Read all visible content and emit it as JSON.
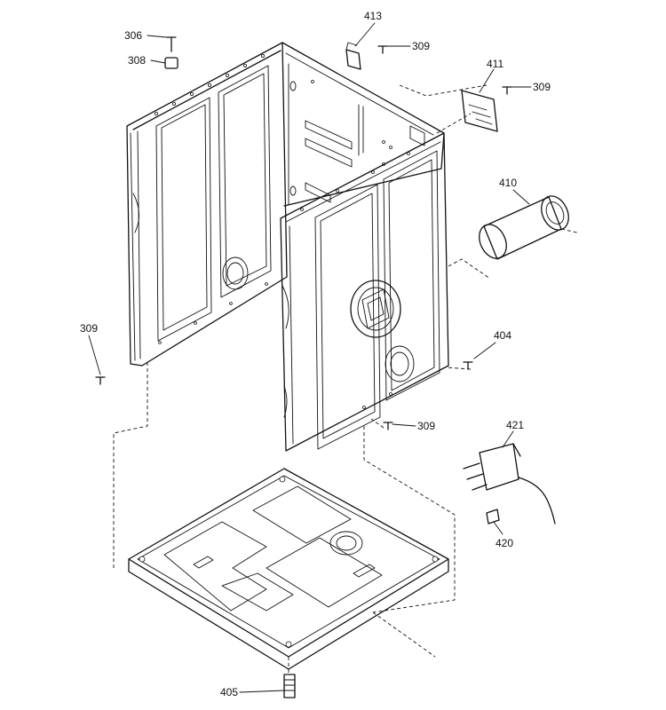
{
  "diagram": {
    "callouts": [
      {
        "id": "c306",
        "text": "306"
      },
      {
        "id": "c308",
        "text": "308"
      },
      {
        "id": "c413",
        "text": "413"
      },
      {
        "id": "c309a",
        "text": "309"
      },
      {
        "id": "c411",
        "text": "411"
      },
      {
        "id": "c309b",
        "text": "309"
      },
      {
        "id": "c410",
        "text": "410"
      },
      {
        "id": "c309c",
        "text": "309"
      },
      {
        "id": "c404",
        "text": "404"
      },
      {
        "id": "c309d",
        "text": "309"
      },
      {
        "id": "c421",
        "text": "421"
      },
      {
        "id": "c420",
        "text": "420"
      },
      {
        "id": "c405",
        "text": "405"
      }
    ]
  }
}
